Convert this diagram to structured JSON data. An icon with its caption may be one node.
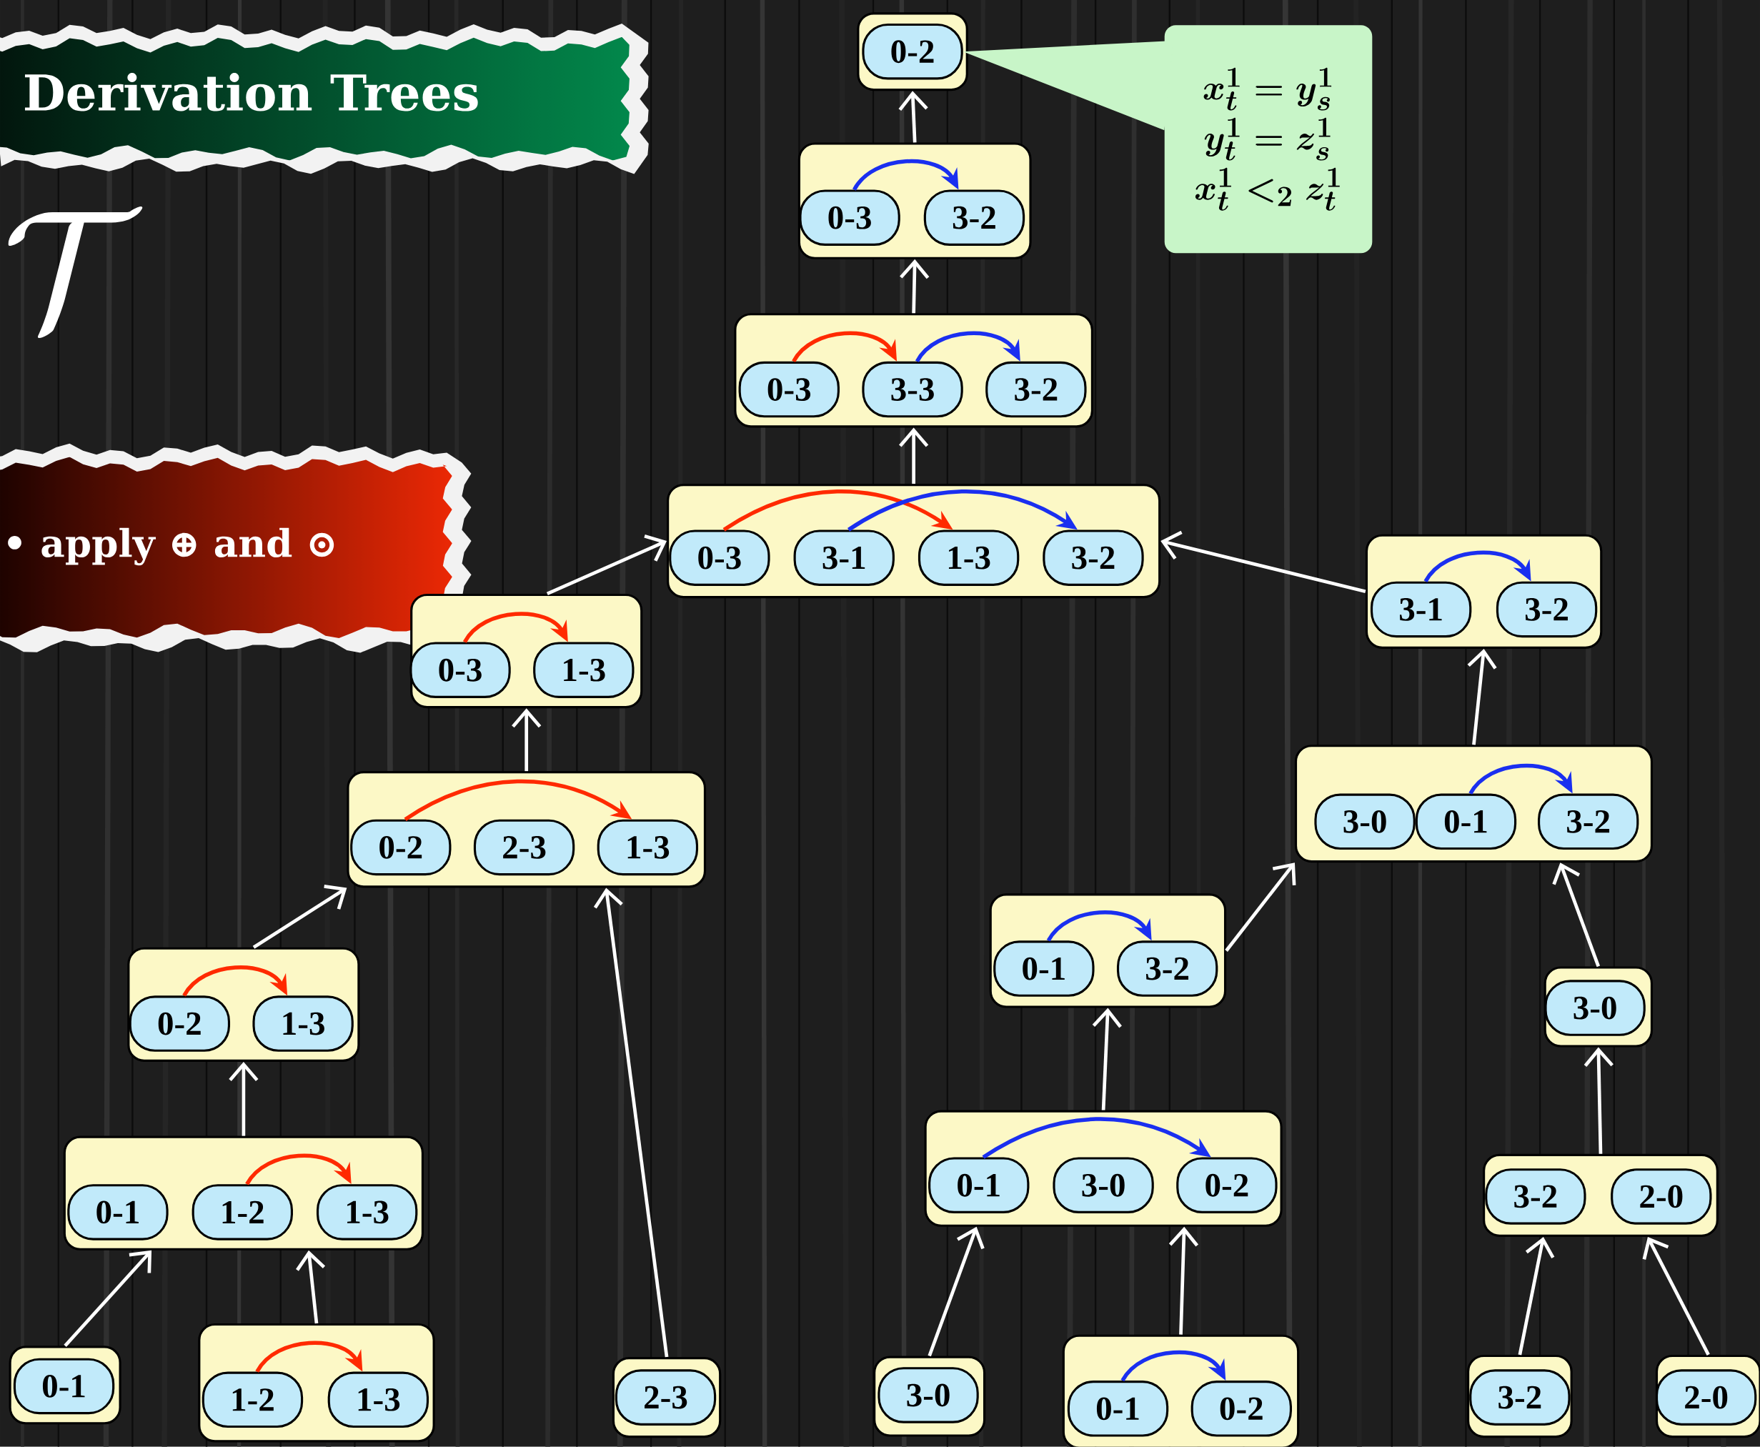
{
  "diagram": {
    "title": "Derivation Trees",
    "nodes": [
      {
        "text": [],
        "shape": "box"
      },
      {
        "text": [
          "0-2"
        ],
        "in": 0
      },
      {
        "text": [
          "x_t^1 = y_s^1",
          "y_t^1 = z_s^1",
          "x_t^1 <_2 z_t^1"
        ]
      },
      {
        "text": [],
        "shape": "box"
      },
      {
        "text": [
          "0-3"
        ],
        "in": 3
      },
      {
        "text": [
          "3-2"
        ],
        "in": 3
      },
      {
        "text": [],
        "shape": "box"
      },
      {
        "text": [
          "0-3"
        ],
        "in": 6
      },
      {
        "text": [
          "3-3"
        ],
        "in": 6
      },
      {
        "text": [
          "3-2"
        ],
        "in": 6
      },
      {
        "text": [],
        "shape": "box"
      },
      {
        "text": [
          "0-3"
        ],
        "in": 10
      },
      {
        "text": [
          "3-1"
        ],
        "in": 10
      },
      {
        "text": [
          "1-3"
        ],
        "in": 10
      },
      {
        "text": [
          "3-2"
        ],
        "in": 10
      },
      {
        "text": [],
        "shape": "box"
      },
      {
        "text": [
          "3-1"
        ],
        "in": 15
      },
      {
        "text": [
          "3-2"
        ],
        "in": 15
      },
      {
        "text": [],
        "shape": "box"
      },
      {
        "text": [
          "0-3"
        ],
        "in": 18
      },
      {
        "text": [
          "1-3"
        ],
        "in": 18
      },
      {
        "text": [],
        "shape": "box"
      },
      {
        "text": [
          "3-0"
        ],
        "in": 21
      },
      {
        "text": [
          "0-1"
        ],
        "in": 21
      },
      {
        "text": [
          "3-2"
        ],
        "in": 21
      },
      {
        "text": [],
        "shape": "box"
      },
      {
        "text": [
          "0-2"
        ],
        "in": 25
      },
      {
        "text": [
          "2-3"
        ],
        "in": 25
      },
      {
        "text": [
          "1-3"
        ],
        "in": 25
      },
      {
        "text": [],
        "shape": "box"
      },
      {
        "text": [
          "0-1"
        ],
        "in": 29
      },
      {
        "text": [
          "3-2"
        ],
        "in": 29
      },
      {
        "text": [],
        "shape": "box"
      },
      {
        "text": [
          "0-2"
        ],
        "in": 32
      },
      {
        "text": [
          "1-3"
        ],
        "in": 32
      },
      {
        "text": [],
        "shape": "box"
      },
      {
        "text": [
          "3-0"
        ],
        "in": 35
      },
      {
        "text": [],
        "shape": "box"
      },
      {
        "text": [
          "0-1"
        ],
        "in": 37
      },
      {
        "text": [
          "3-0"
        ],
        "in": 37
      },
      {
        "text": [
          "0-2"
        ],
        "in": 37
      },
      {
        "text": [],
        "shape": "box"
      },
      {
        "text": [
          "0-1"
        ],
        "in": 41
      },
      {
        "text": [
          "1-2"
        ],
        "in": 41
      },
      {
        "text": [
          "1-3"
        ],
        "in": 41
      },
      {
        "text": [],
        "shape": "box"
      },
      {
        "text": [
          "3-2"
        ],
        "in": 45
      },
      {
        "text": [
          "2-0"
        ],
        "in": 45
      },
      {
        "text": [],
        "shape": "box"
      },
      {
        "text": [
          "0-1"
        ],
        "in": 48
      },
      {
        "text": [],
        "shape": "box"
      },
      {
        "text": [
          "1-2"
        ],
        "in": 50
      },
      {
        "text": [
          "1-3"
        ],
        "in": 50
      },
      {
        "text": [],
        "shape": "box"
      },
      {
        "text": [
          "2-3"
        ],
        "in": 53
      },
      {
        "text": [],
        "shape": "box"
      },
      {
        "text": [
          "3-0"
        ],
        "in": 55
      },
      {
        "text": [],
        "shape": "box"
      },
      {
        "text": [
          "0-1"
        ],
        "in": 57
      },
      {
        "text": [
          "0-2"
        ],
        "in": 57
      },
      {
        "text": [],
        "shape": "box"
      },
      {
        "text": [
          "3-2"
        ],
        "in": 60
      },
      {
        "text": [],
        "shape": "box"
      },
      {
        "text": [
          "2-0"
        ],
        "in": 62
      }
    ],
    "edges": [
      {
        "from": 4,
        "to": 5,
        "arrow": "to",
        "color": "#1a2ff0"
      },
      {
        "from": 7,
        "to": 8,
        "arrow": "to",
        "color": "#ff2a00"
      },
      {
        "from": 8,
        "to": 9,
        "arrow": "to",
        "color": "#1a2ff0"
      },
      {
        "from": 11,
        "to": 13,
        "arrow": "to",
        "color": "#ff2a00"
      },
      {
        "from": 12,
        "to": 14,
        "arrow": "to",
        "color": "#1a2ff0"
      },
      {
        "from": 16,
        "to": 17,
        "arrow": "to",
        "color": "#1a2ff0"
      },
      {
        "from": 19,
        "to": 20,
        "arrow": "to",
        "color": "#ff2a00"
      },
      {
        "from": 23,
        "to": 24,
        "arrow": "to",
        "color": "#1a2ff0"
      },
      {
        "from": 26,
        "to": 28,
        "arrow": "to",
        "color": "#ff2a00"
      },
      {
        "from": 30,
        "to": 31,
        "arrow": "to",
        "color": "#1a2ff0"
      },
      {
        "from": 33,
        "to": 34,
        "arrow": "to",
        "color": "#ff2a00"
      },
      {
        "from": 38,
        "to": 40,
        "arrow": "to",
        "color": "#1a2ff0"
      },
      {
        "from": 43,
        "to": 44,
        "arrow": "to",
        "color": "#ff2a00"
      },
      {
        "from": 51,
        "to": 52,
        "arrow": "to",
        "color": "#ff2a00"
      },
      {
        "from": 58,
        "to": 59,
        "arrow": "to",
        "color": "#1a2ff0"
      },
      {
        "from": 3,
        "to": 0,
        "arrow": "to"
      },
      {
        "from": 6,
        "to": 3,
        "arrow": "to"
      },
      {
        "from": 10,
        "to": 6,
        "arrow": "to"
      },
      {
        "from": 18,
        "to": 10,
        "arrow": "to"
      },
      {
        "from": 15,
        "to": 10,
        "arrow": "to"
      },
      {
        "from": 25,
        "to": 18,
        "arrow": "to"
      },
      {
        "from": 21,
        "to": 15,
        "arrow": "to"
      },
      {
        "from": 32,
        "to": 25,
        "arrow": "to"
      },
      {
        "from": 29,
        "to": 21,
        "arrow": "to"
      },
      {
        "from": 53,
        "to": 25,
        "arrow": "to"
      },
      {
        "from": 35,
        "to": 21,
        "arrow": "to"
      },
      {
        "from": 41,
        "to": 32,
        "arrow": "to"
      },
      {
        "from": 37,
        "to": 29,
        "arrow": "to"
      },
      {
        "from": 45,
        "to": 35,
        "arrow": "to"
      },
      {
        "from": 48,
        "to": 41,
        "arrow": "to"
      },
      {
        "from": 50,
        "to": 41,
        "arrow": "to"
      },
      {
        "from": 55,
        "to": 37,
        "arrow": "to"
      },
      {
        "from": 57,
        "to": 37,
        "arrow": "to"
      },
      {
        "from": 60,
        "to": 45,
        "arrow": "to"
      },
      {
        "from": 62,
        "to": 45,
        "arrow": "to"
      },
      {
        "from": 2,
        "to": 1,
        "arrow": "none",
        "color": "#c8f5c8"
      }
    ],
    "labels": [
      "\\mathcal{T}",
      "• apply ⊕ and ⊙"
    ]
  }
}
